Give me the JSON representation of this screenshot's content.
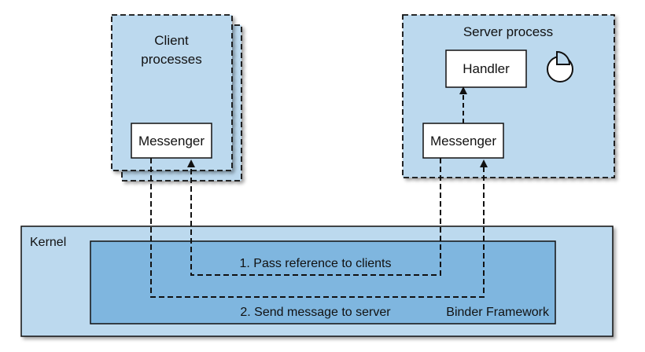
{
  "colors": {
    "light_blue": "#bcd9ee",
    "mid_blue": "#7fb6df",
    "stroke": "#111111",
    "white": "#ffffff"
  },
  "client": {
    "title_line1": "Client",
    "title_line2": "processes",
    "messenger_label": "Messenger"
  },
  "server": {
    "title": "Server process",
    "handler_label": "Handler",
    "messenger_label": "Messenger",
    "icon": "clock-icon"
  },
  "kernel": {
    "label": "Kernel",
    "framework_label": "Binder Framework",
    "step1_label": "1. Pass reference to clients",
    "step2_label": "2. Send message to server"
  }
}
